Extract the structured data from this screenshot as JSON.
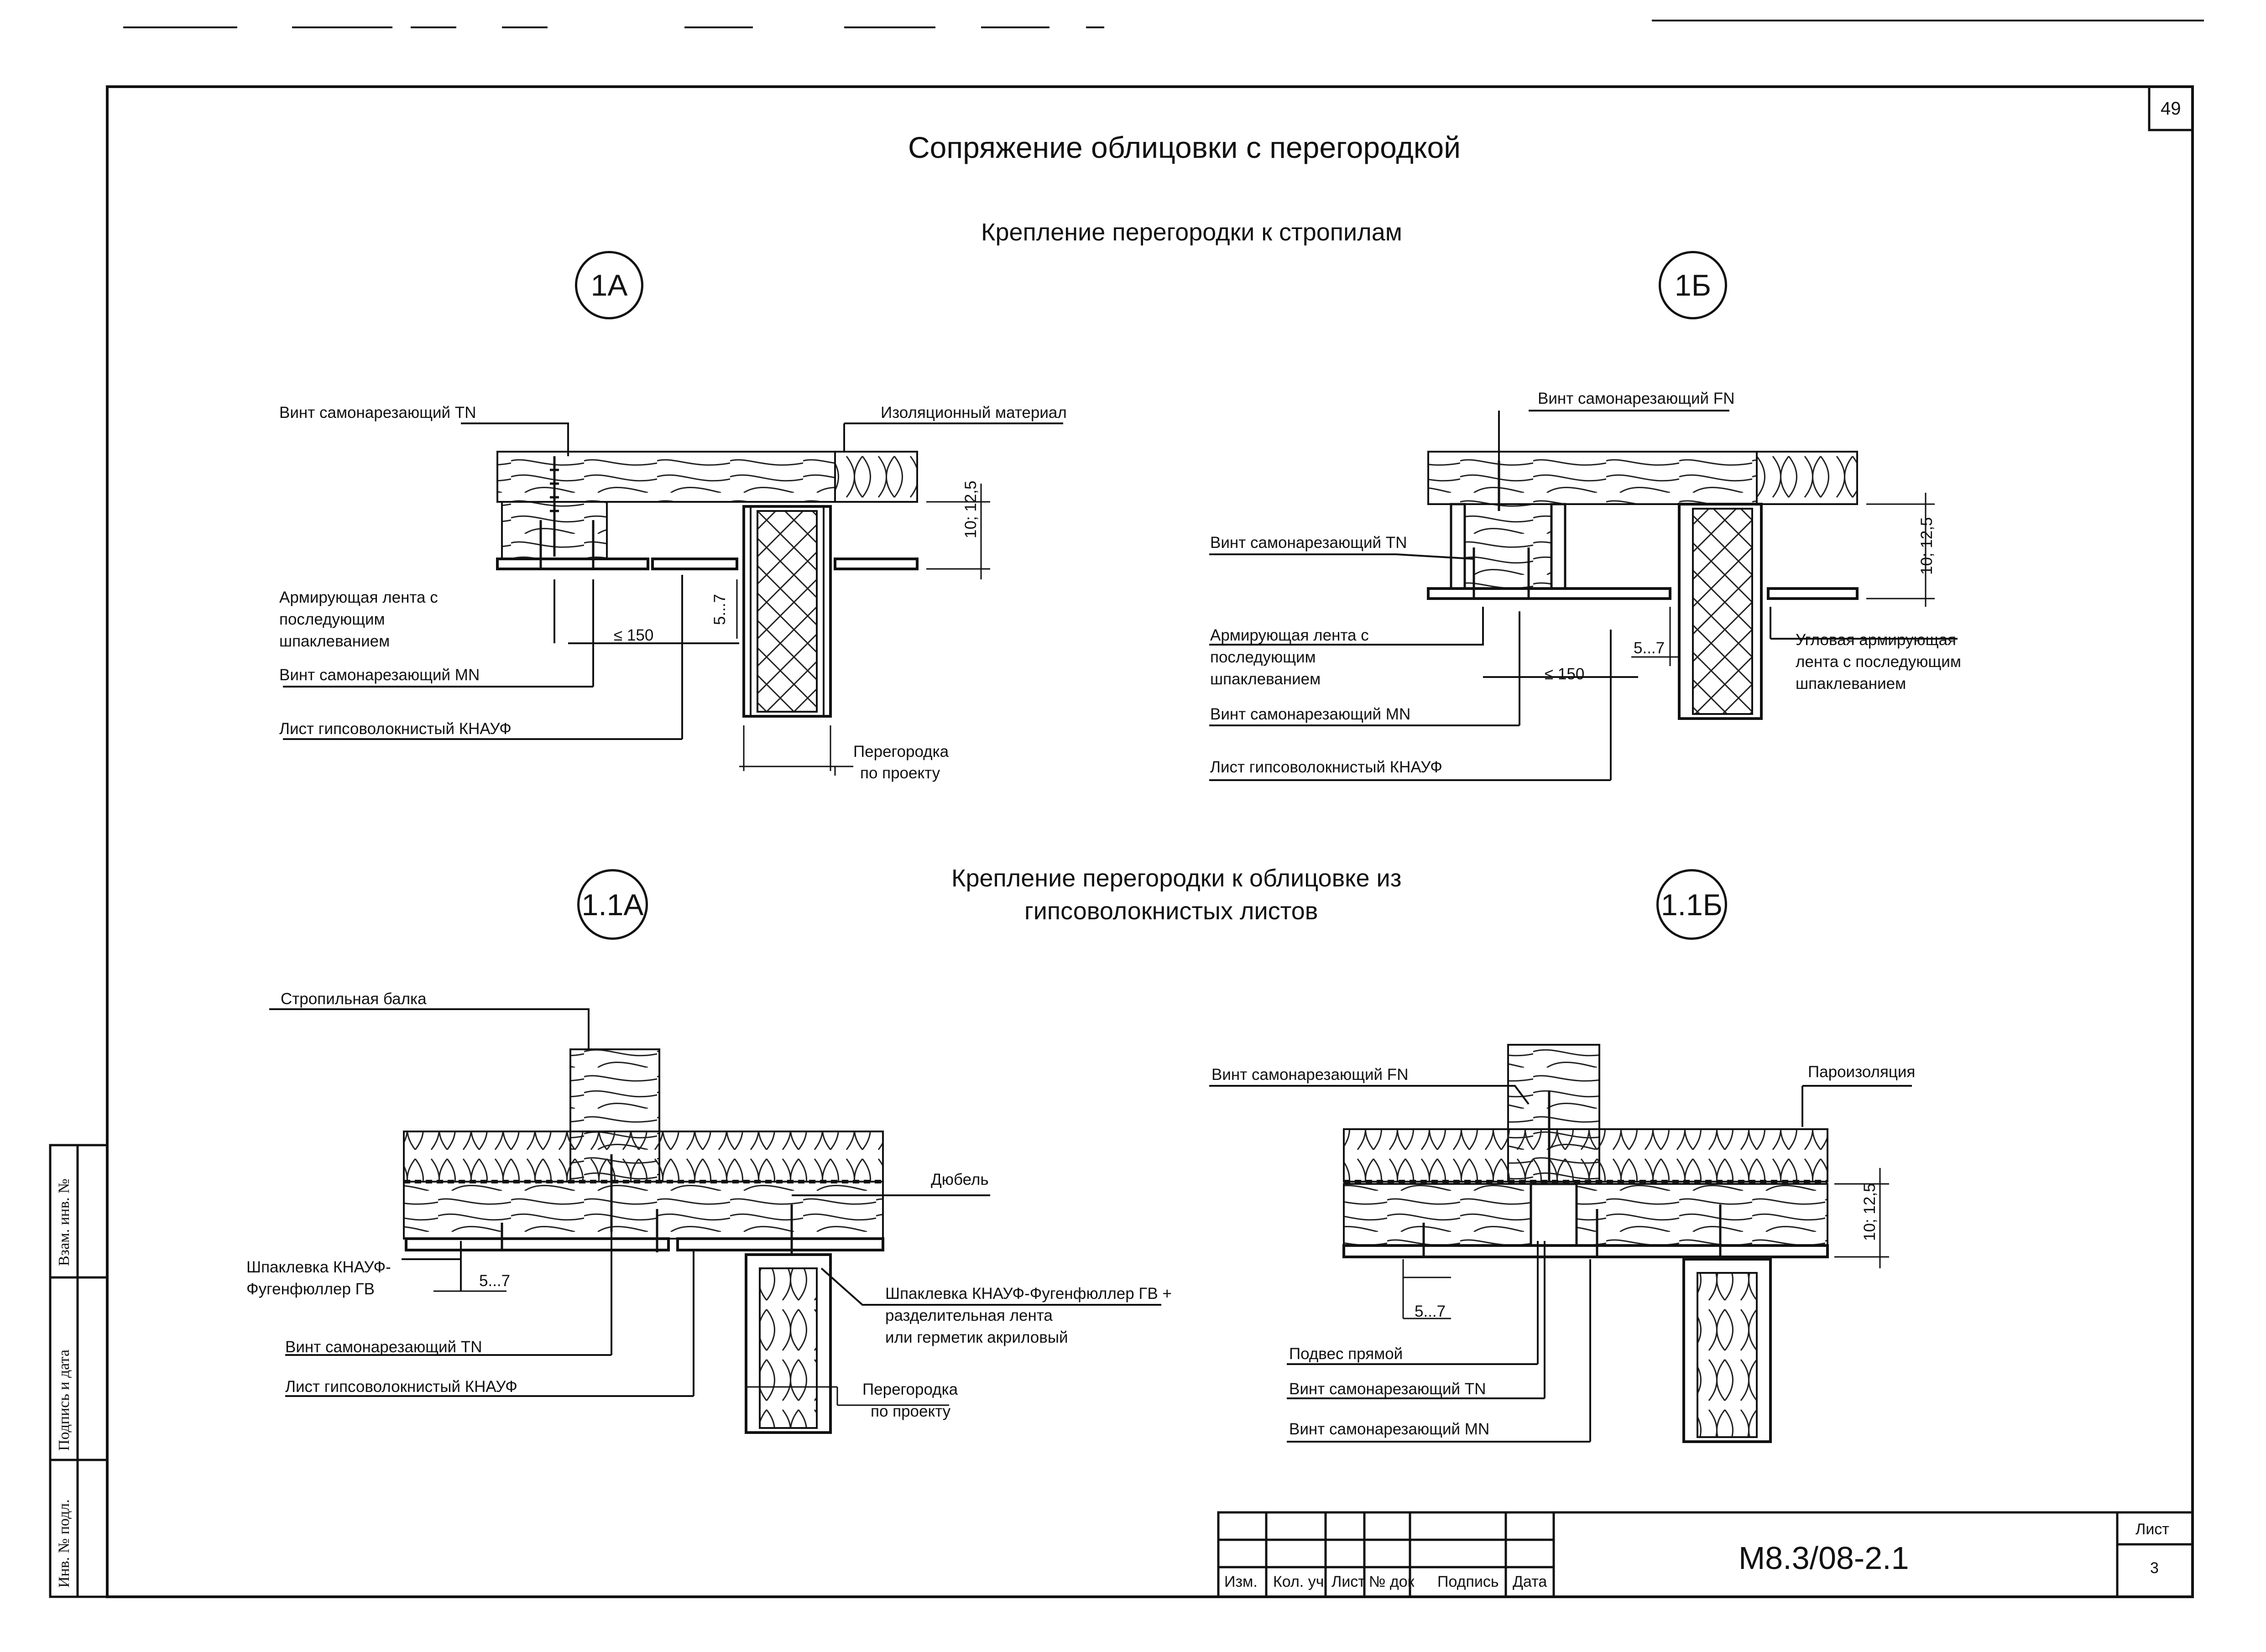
{
  "sheet": {
    "page_number": "49",
    "title": "Сопряжение облицовки с перегородкой",
    "subtitle_top": "Крепление перегородки к стропилам",
    "subtitle_bottom_line1": "Крепление перегородки к облицовке из",
    "subtitle_bottom_line2": "гипсоволокнистых листов"
  },
  "details": {
    "d1a": {
      "id": "1А",
      "labels": {
        "screw_tn": "Винт самонарезающий TN",
        "insulation": "Изоляционный материал",
        "tape_1": "Армирующая лента с",
        "tape_2": "последующим",
        "tape_3": "шпаклеванием",
        "spacing": "≤ 150",
        "gap": "5...7",
        "thickness": "10; 12,5",
        "screw_mn": "Винт самонарезающий MN",
        "sheet": "Лист гипсоволокнистый КНАУФ",
        "partition_1": "Перегородка",
        "partition_2": "по проекту"
      }
    },
    "d1b": {
      "id": "1Б",
      "labels": {
        "screw_fn": "Винт самонарезающий FN",
        "screw_tn": "Винт самонарезающий TN",
        "tape_1": "Армирующая лента с",
        "tape_2": "последующим",
        "tape_3": "шпаклеванием",
        "spacing": "≤ 150",
        "gap": "5...7",
        "thickness": "10; 12,5",
        "screw_mn": "Винт самонарезающий MN",
        "sheet": "Лист гипсоволокнистый КНАУФ",
        "corner_1": "Угловая армирующая",
        "corner_2": "лента с последующим",
        "corner_3": "шпаклеванием"
      }
    },
    "d11a": {
      "id": "1.1А",
      "labels": {
        "rafter": "Стропильная балка",
        "dowel": "Дюбель",
        "filler_1": "Шпаклевка КНАУФ-",
        "filler_2": "Фугенфюллер ГВ",
        "gap": "5...7",
        "sealant_1": "Шпаклевка КНАУФ-Фугенфюллер ГВ +",
        "sealant_2": "разделительная лента",
        "sealant_3": "или герметик акриловый",
        "screw_tn": "Винт самонарезающий TN",
        "sheet": "Лист гипсоволокнистый КНАУФ",
        "partition_1": "Перегородка",
        "partition_2": "по проекту"
      }
    },
    "d11b": {
      "id": "1.1Б",
      "labels": {
        "screw_fn": "Винт самонарезающий FN",
        "vapor": "Пароизоляция",
        "thickness": "10; 12,5",
        "gap": "5...7",
        "hanger": "Подвес прямой",
        "screw_tn": "Винт самонарезающий TN",
        "screw_mn": "Винт самонарезающий MN"
      }
    }
  },
  "title_block": {
    "cols": [
      "Изм.",
      "Кол. уч",
      "Лист",
      "№ док",
      "Подпись",
      "Дата"
    ],
    "doc_code": "М8.3/08-2.1",
    "sheet_label": "Лист",
    "sheet_value": "3"
  },
  "side_stamp": {
    "inv_vzam": "Взам. инв. №",
    "sign_date": "Подпись и дата",
    "inv_podl": "Инв. № подл."
  }
}
